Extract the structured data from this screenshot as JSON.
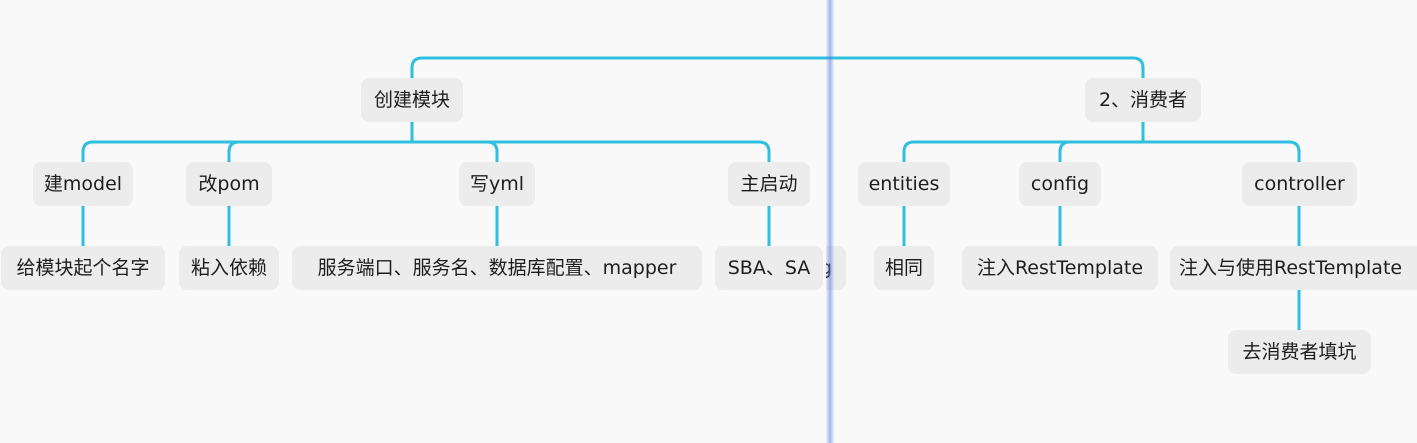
{
  "mindmap": {
    "left": {
      "label": "创建模块",
      "children": [
        {
          "label": "建model",
          "child": "给模块起个名字"
        },
        {
          "label": "改pom",
          "child": "粘入依赖"
        },
        {
          "label": "写yml",
          "child": "服务端口、服务名、数据库配置、mapper"
        },
        {
          "label": "主启动",
          "child": "SBA、SA"
        }
      ]
    },
    "right": {
      "label": "2、消费者",
      "children": [
        {
          "label": "entities",
          "child": "相同"
        },
        {
          "label": "config",
          "child": "注入RestTemplate"
        },
        {
          "label": "controller",
          "child": "注入与使用RestTemplate",
          "grandchild": "去消费者填坑"
        }
      ]
    },
    "partial_label_fragment": "g"
  },
  "colors": {
    "connector": "#2ec0de",
    "node_bg": "#ececec",
    "background": "#f9f9f9",
    "divider": "#5a78e6"
  }
}
